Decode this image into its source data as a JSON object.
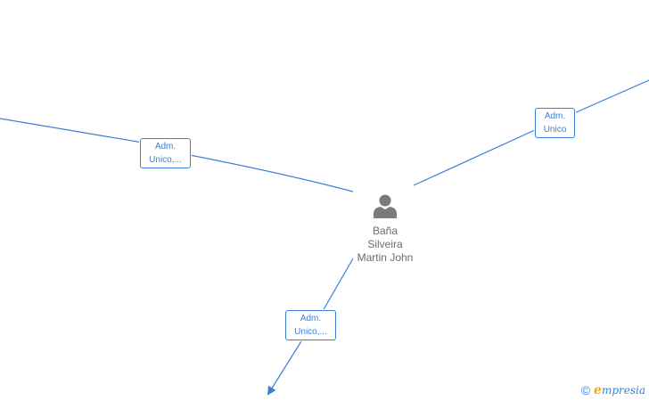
{
  "person": {
    "name_lines": [
      "Baña",
      "Silveira",
      "Martin John"
    ],
    "icon": "person-icon"
  },
  "edges": [
    {
      "id": "edge-left",
      "label_lines": [
        "Adm.",
        "Unico,..."
      ]
    },
    {
      "id": "edge-right",
      "label_lines": [
        "Adm.",
        "Unico"
      ]
    },
    {
      "id": "edge-bottom",
      "label_lines": [
        "Adm.",
        "Unico,..."
      ]
    }
  ],
  "footer": {
    "copyright_symbol": "©",
    "brand_initial": "e",
    "brand_rest": "mpresia"
  },
  "colors": {
    "edge": "#3a7fd5",
    "node_text": "#6b6b6b",
    "brand_accent": "#f2a516"
  }
}
